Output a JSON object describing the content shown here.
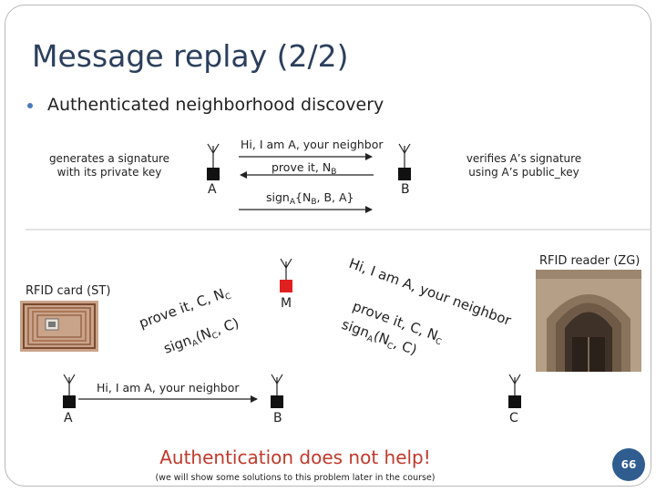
{
  "slide": {
    "title": "Message replay (2/2)",
    "bullet": "Authenticated neighborhood discovery",
    "page_number": "66"
  },
  "top": {
    "left_note_1": "generates a signature",
    "left_note_2": "with its private key",
    "right_note_1": "verifies A’s signature",
    "right_note_2": "using A’s public_key",
    "node_a": "A",
    "node_b": "B",
    "msg1": "Hi, I am A, your neighbor",
    "msg2_main": "prove it, N",
    "msg2_sub": "B",
    "msg3_pre": "sign",
    "msg3_sub1": "A",
    "msg3_mid": "{N",
    "msg3_sub2": "B",
    "msg3_post": ", B, A}"
  },
  "bottom": {
    "rfid_card": "RFID card (ST)",
    "rfid_reader": "RFID reader (ZG)",
    "node_a": "A",
    "node_b": "B",
    "node_c": "C",
    "node_m": "M",
    "msg_hi_left": "Hi, I am A, your neighbor",
    "left_prove_main": "prove it, C, N",
    "left_prove_sub": "C",
    "left_sign_pre": "sign",
    "left_sign_sub1": "A",
    "left_sign_mid": "(N",
    "left_sign_sub2": "C",
    "left_sign_post": ", C)",
    "right_hi": "Hi, I am A, your neighbor",
    "right_prove_main": "prove it, C, N",
    "right_prove_sub": "C",
    "right_sign_pre": "sign",
    "right_sign_sub1": "A",
    "right_sign_mid": "(N",
    "right_sign_sub2": "C",
    "right_sign_post": ", C)"
  },
  "footer": {
    "headline": "Authentication does not help!",
    "footnote": "(we will show some solutions to this problem later in the course)"
  },
  "colors": {
    "title": "#2b3f5c",
    "accent": "#4d7ab8",
    "alert": "#c0392b",
    "attacker": "#e02020",
    "badge": "#2f5d8f"
  }
}
